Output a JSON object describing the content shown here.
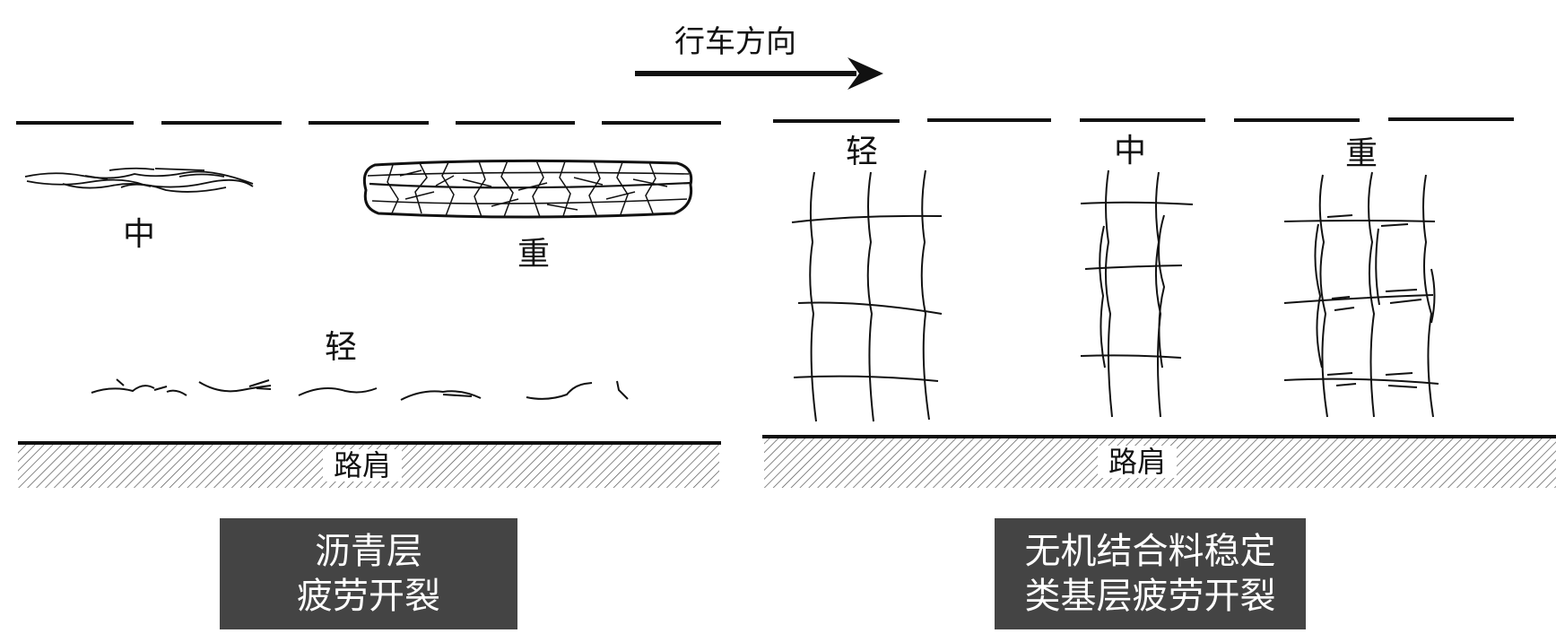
{
  "direction_label": "行车方向",
  "shoulder_label": "路肩",
  "left_panel": {
    "severity_medium": "中",
    "severity_heavy": "重",
    "severity_light": "轻",
    "caption_line1": "沥青层",
    "caption_line2": "疲劳开裂"
  },
  "right_panel": {
    "severity_light": "轻",
    "severity_medium": "中",
    "severity_heavy": "重",
    "caption_line1": "无机结合料稳定",
    "caption_line2": "类基层疲劳开裂"
  },
  "colors": {
    "line": "#111111",
    "hatch": "#555555",
    "caption_bg": "#444444",
    "caption_text": "#ffffff"
  }
}
